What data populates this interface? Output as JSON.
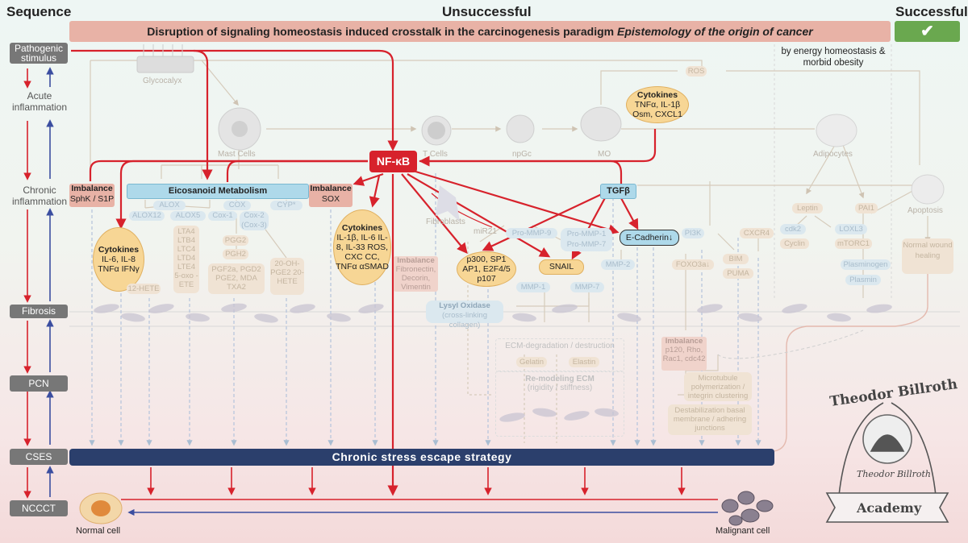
{
  "header": {
    "sequence": "Sequence",
    "unsuccessful": "Unsuccessful",
    "successful": "Successful",
    "banner_main": "Disruption of signaling homeostasis induced crosstalk in the carcinogenesis paradigm",
    "banner_italic": "Epistemology of the origin of cancer",
    "success_check": "✔",
    "energy_note": "by energy homeostasis & morbid obesity"
  },
  "sequence": {
    "pathogenic_stimulus": "Pathogenic stimulus",
    "acute_inflammation": "Acute inflammation",
    "chronic_inflammation": "Chronic inflammation",
    "fibrosis": "Fibrosis",
    "pcn": "PCN",
    "cses": "CSES",
    "nccct": "NCCCT"
  },
  "cells": {
    "glycocalyx": "Glycocalyx",
    "mast_cells": "Mast Cells",
    "t_cells": "T Cells",
    "npgc": "npGc",
    "mo": "MO",
    "adipocytes": "Adipocytes",
    "fibroblasts": "Fibroblasts",
    "apoptosis": "Apoptosis",
    "normal_cell": "Normal cell",
    "malignant_cell": "Malignant cell"
  },
  "nodes": {
    "nfkb": "NF-κB",
    "ros": "ROS",
    "eicosanoid": "Eicosanoid Metabolism",
    "tgfb": "TGFβ",
    "ecadherin": "E-Cadherin↓",
    "snail": "SNAIL",
    "mir21": "miR21",
    "lysyl_title": "Lysyl Oxidase",
    "lysyl_sub": "(cross-linking collagen)",
    "ces": "Chronic stress escape strategy"
  },
  "imbalance": {
    "sphk_title": "Imbalance",
    "sphk_text": "SphK / S1P",
    "sox_title": "Imbalance",
    "sox_text": "SOX",
    "fib_title": "Imbalance",
    "fib_text": "Fibronectin, Decorin, Vimentin",
    "p120_title": "Imbalance",
    "p120_text": "p120, Rho, Rac1, cdc42"
  },
  "cytokines": {
    "left_title": "Cytokines",
    "left_text": "IL-6, IL-8 TNFα IFNγ",
    "mid_title": "Cytokines",
    "mid_text": "IL-1β, IL-6 IL-8, IL-33 ROS, CXC CC, TNFα αSMAD",
    "top_title": "Cytokines",
    "top_text": "TNFα, IL-1β Osm, CXCL1",
    "p300": "p300, SP1 AP1, E2F4/5 p107"
  },
  "eicosanoid_items": {
    "alox": "ALOX",
    "alox12": "ALOX12",
    "alox5": "ALOX5",
    "cox": "COX",
    "cox1": "Cox-1",
    "cox2": "Cox-2 (Cox-3)",
    "cyp": "CYP*",
    "lt": "LTA4 LTB4 LTC4 LTD4 LTE4 5-oxo -ETE",
    "pgg2": "PGG2",
    "pgh2": "PGH2",
    "pgs": "PGF2a, PGD2 PGE2, MDA TXA2",
    "hete20": "20-OH- PGE2 20-HETE",
    "hete12": "12-HETE"
  },
  "matrix": {
    "pro_mmp9": "Pro-MMP-9",
    "pro_mmp17": "Pro-MMP-1 Pro-MMP-7",
    "mmp2": "MMP-2",
    "mmp1": "MMP-1",
    "mmp7": "MMP-7",
    "pi3k": "PI3K",
    "foxo3a": "FOXO3a↓",
    "cxcr4": "CXCR4",
    "bim": "BIM",
    "puma": "PUMA",
    "leptin": "Leptin",
    "pai1": "PAI1",
    "cdk2": "cdk2",
    "loxl3": "LOXL3",
    "cyclin": "Cyclin",
    "mtorc1": "mTORC1",
    "plasminogen": "Plasminogen",
    "plasmin": "Plasmin",
    "normal_wound": "Normal wound healing",
    "ecm_deg": "ECM-degradation / destruction",
    "gelatin": "Gelatin",
    "elastin": "Elastin",
    "remodel_title": "Re-modeling ECM",
    "remodel_sub": "(rigidity / stiffness)",
    "microtubule": "Microtubule polymerization / integrin clustering",
    "destab": "Destabilization basal membrane / adhering junctions"
  },
  "logo": {
    "name": "Theodor Billroth",
    "signature": "Theodor Billroth",
    "academy": "Academy"
  },
  "colors": {
    "red": "#d7222c",
    "blue": "#3b4ea0",
    "navy": "#2b3f6c",
    "salmon": "#e8b2a6",
    "green": "#6aa84f"
  }
}
